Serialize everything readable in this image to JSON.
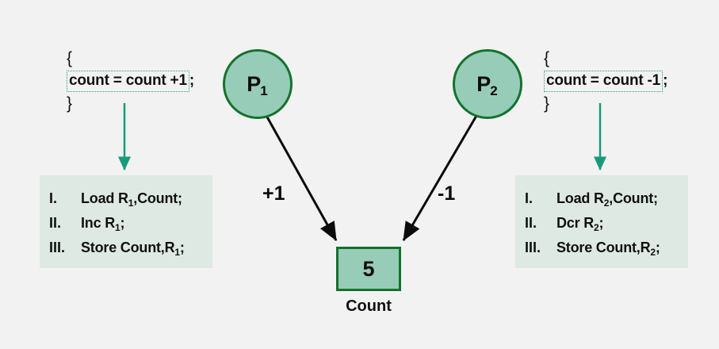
{
  "diagram": {
    "background_color": "#f2f2f2",
    "node_fill_color": "#97ccb9",
    "node_border_color": "#15722b",
    "block_fill_color": "#dfe9e3",
    "green_arrow_color": "#1a9a78",
    "dotted_border_color": "#27a070"
  },
  "processes": [
    {
      "id": "p1",
      "label": "P",
      "subscript": "1"
    },
    {
      "id": "p2",
      "label": "P",
      "subscript": "2"
    }
  ],
  "snippets": {
    "left": {
      "open_brace": "{",
      "statement": "count = count +1",
      "statement_semicolon": ";",
      "close_brace": "}"
    },
    "right": {
      "open_brace": "{",
      "statement": "count = count -1",
      "statement_semicolon": ";",
      "close_brace": "}"
    }
  },
  "instruction_blocks": {
    "left": {
      "rows": [
        {
          "numeral": "I.",
          "text_pre": "Load R",
          "sub": "1",
          "text_post": ",Count;"
        },
        {
          "numeral": "II.",
          "text_pre": "Inc R",
          "sub": "1",
          "text_post": ";"
        },
        {
          "numeral": "III.",
          "text_pre": "Store Count,R",
          "sub": "1",
          "text_post": ";"
        }
      ]
    },
    "right": {
      "rows": [
        {
          "numeral": "I.",
          "text_pre": "Load R",
          "sub": "2",
          "text_post": ",Count;"
        },
        {
          "numeral": "II.",
          "text_pre": "Dcr R",
          "sub": "2",
          "text_post": ";"
        },
        {
          "numeral": "III.",
          "text_pre": "Store Count,R",
          "sub": "2",
          "text_post": ";"
        }
      ]
    }
  },
  "edges": [
    {
      "id": "p1-to-count",
      "label": "+1",
      "from": "p1",
      "to": "count"
    },
    {
      "id": "p2-to-count",
      "label": "-1",
      "from": "p2",
      "to": "count"
    }
  ],
  "shared_variable": {
    "value": "5",
    "caption": "Count"
  }
}
